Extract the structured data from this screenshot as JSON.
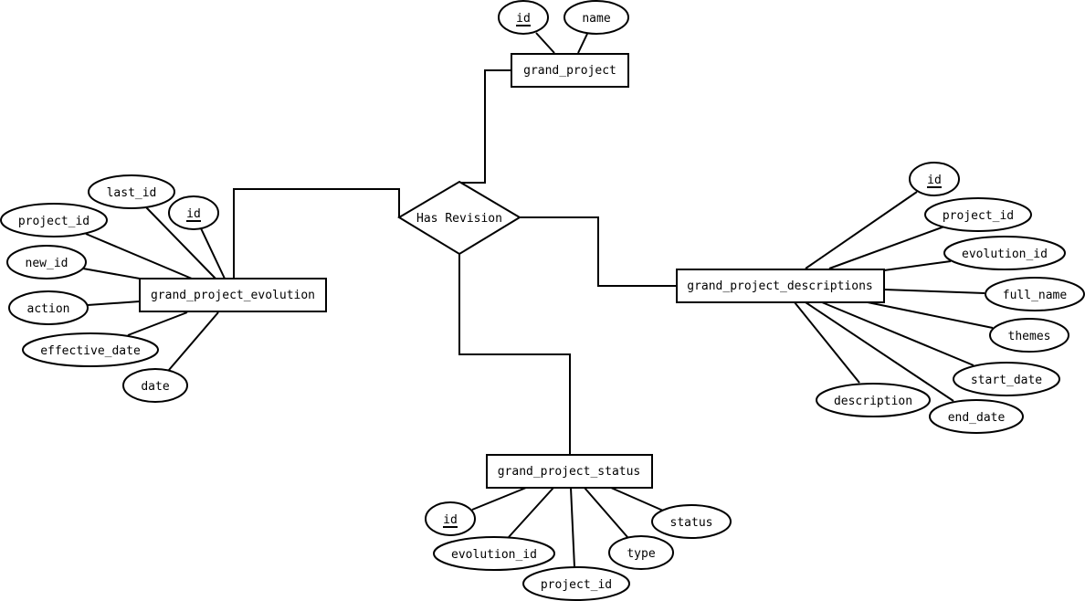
{
  "relationship": {
    "label": "Has Revision"
  },
  "entities": {
    "grand_project": {
      "label": "grand_project",
      "attributes": {
        "id": "id",
        "name": "name"
      }
    },
    "grand_project_evolution": {
      "label": "grand_project_evolution",
      "attributes": {
        "last_id": "last_id",
        "id": "id",
        "project_id": "project_id",
        "new_id": "new_id",
        "action": "action",
        "effective_date": "effective_date",
        "date": "date"
      }
    },
    "grand_project_descriptions": {
      "label": "grand_project_descriptions",
      "attributes": {
        "id": "id",
        "project_id": "project_id",
        "evolution_id": "evolution_id",
        "full_name": "full_name",
        "themes": "themes",
        "start_date": "start_date",
        "end_date": "end_date",
        "description": "description"
      }
    },
    "grand_project_status": {
      "label": "grand_project_status",
      "attributes": {
        "id": "id",
        "evolution_id": "evolution_id",
        "project_id": "project_id",
        "type": "type",
        "status": "status"
      }
    }
  }
}
